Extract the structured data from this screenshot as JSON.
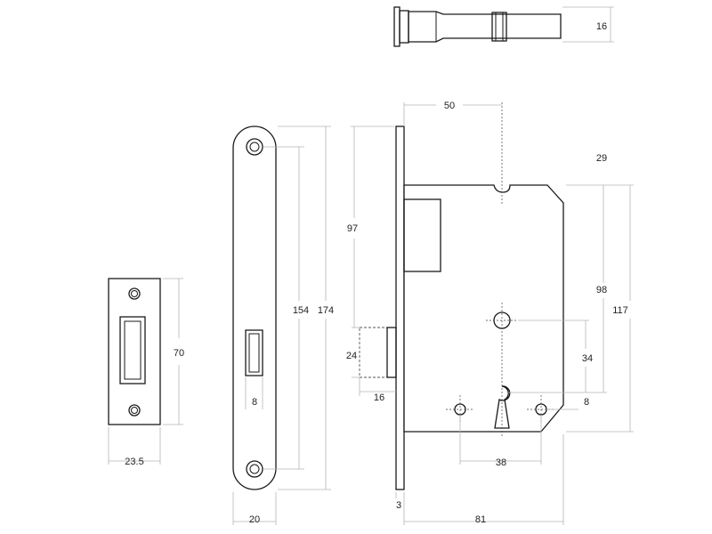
{
  "dimensions": {
    "strike_plate_height": "70",
    "strike_plate_width": "23.5",
    "forend_hole_spacing": "154",
    "forend_height": "174",
    "forend_slot_width": "8",
    "forend_width": "20",
    "top_view_thickness": "16",
    "backset": "50",
    "top_to_follower": "29",
    "lock_body_height": "97",
    "follower_to_keyhole": "98",
    "case_height": "117",
    "latch_height": "24",
    "latch_projection": "16",
    "follower_to_key_center": "34",
    "screw_offset": "8",
    "fixing_hole_spacing": "38",
    "forend_thickness": "3",
    "case_depth": "81"
  }
}
